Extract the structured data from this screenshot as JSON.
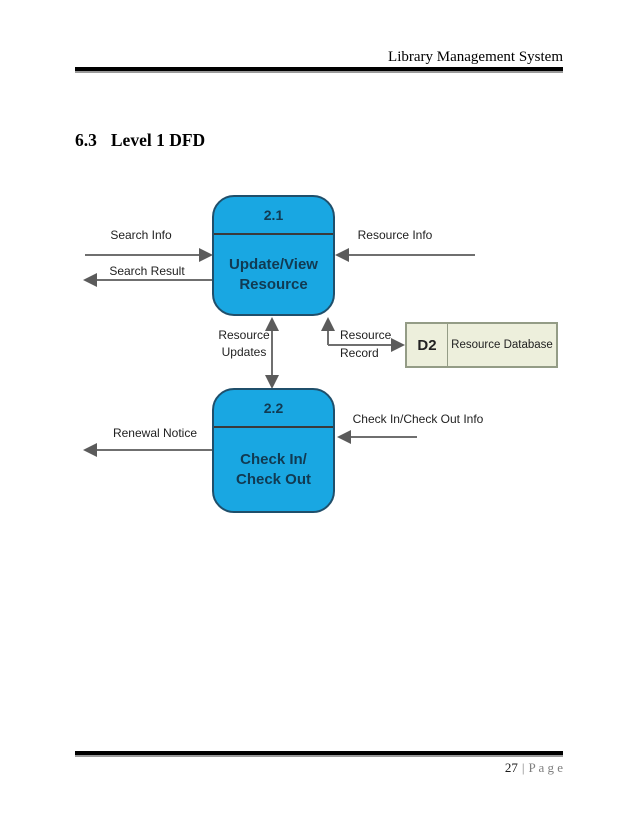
{
  "page": {
    "header": {
      "title": "Library Management System"
    },
    "heading": {
      "number": "6.3",
      "title": "Level 1 DFD"
    },
    "footer": {
      "page_number": "27",
      "separator": "|",
      "page_word": "P a g e"
    }
  },
  "diagram": {
    "processes": [
      {
        "id": "2.1",
        "name_lines": [
          "Update/View",
          "Resource"
        ]
      },
      {
        "id": "2.2",
        "name_lines": [
          "Check In/",
          "Check Out"
        ]
      }
    ],
    "datastore": {
      "id": "D2",
      "name": "Resource Database"
    },
    "flows": {
      "search_info": "Search Info",
      "search_result": "Search Result",
      "resource_info": "Resource Info",
      "resource_updates_lines": [
        "Resource",
        "Updates"
      ],
      "resource_record_lines": [
        "Resource",
        "Record"
      ],
      "renewal_notice": "Renewal Notice",
      "checkin_checkout_info": "Check In/Check Out Info"
    },
    "colors": {
      "process_fill": "#19a7e2",
      "process_border": "#1f4f6b",
      "process_text": "#113a52",
      "datastore_fill": "#edefdc",
      "datastore_border": "#949c86",
      "arrow": "#6f6f6f",
      "arrowhead": "#5b5b5b"
    }
  }
}
